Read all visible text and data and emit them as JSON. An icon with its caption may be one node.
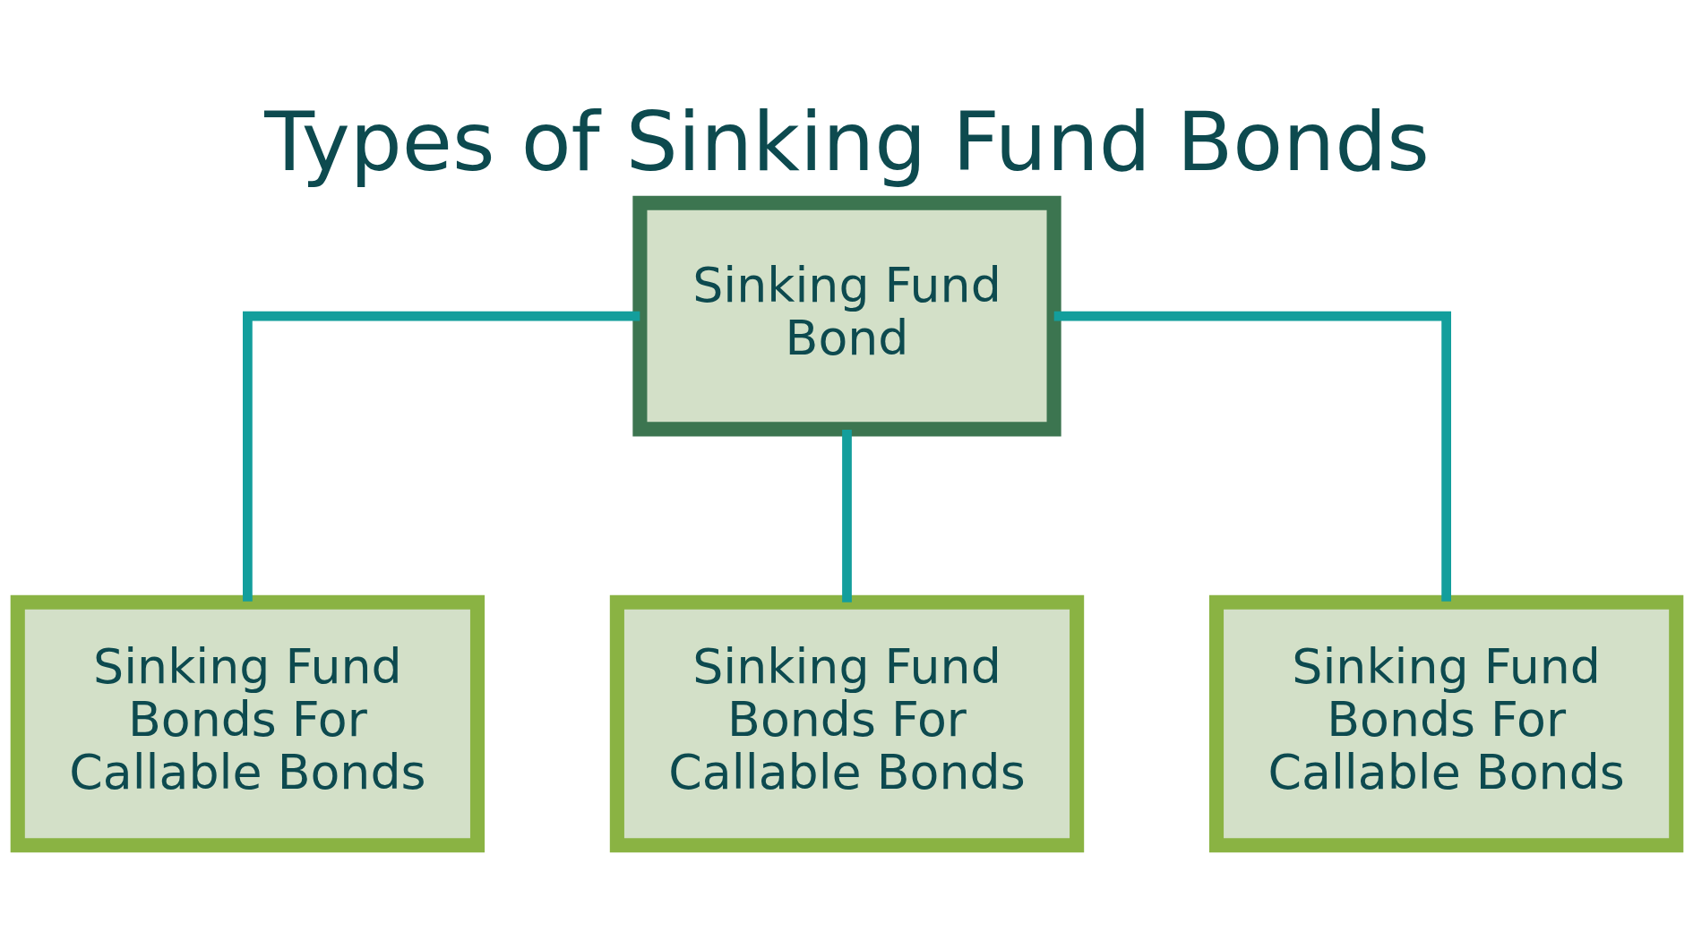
{
  "diagram": {
    "title": "Types of Sinking Fund Bonds",
    "nodes": [
      {
        "text": [
          "Sinking Fund Bond"
        ]
      },
      {
        "text": [
          "Sinking Fund Bonds For Callable Bonds"
        ]
      },
      {
        "text": [
          "Sinking Fund Bonds For Callable Bonds"
        ]
      },
      {
        "text": [
          "Sinking Fund Bonds For Callable Bonds"
        ]
      }
    ],
    "edges": [
      {
        "from": 0,
        "to": 1,
        "arrow": "none"
      },
      {
        "from": 0,
        "to": 2,
        "arrow": "none"
      },
      {
        "from": 0,
        "to": 3,
        "arrow": "none"
      }
    ]
  }
}
